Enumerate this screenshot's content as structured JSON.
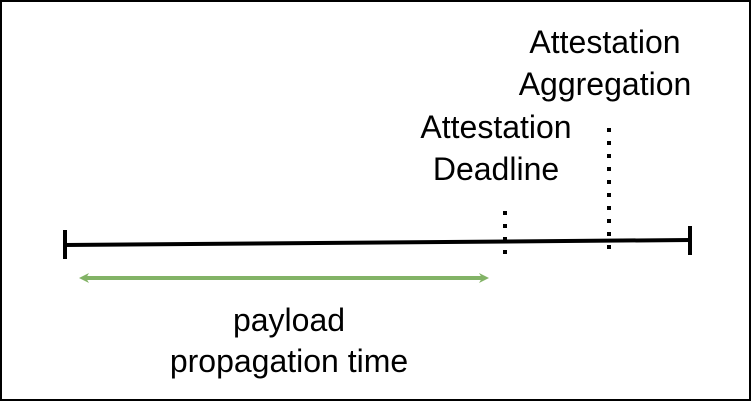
{
  "labels": {
    "deadline_line1": "Attestation",
    "deadline_line2": "Deadline",
    "aggregation_line1": "Attestation",
    "aggregation_line2": "Aggregation",
    "propagation_line1": "payload",
    "propagation_line2": "propagation time"
  },
  "colors": {
    "border": "#000000",
    "timeline": "#000000",
    "marker": "#000000",
    "arrow": "#82b366",
    "text": "#000000"
  }
}
